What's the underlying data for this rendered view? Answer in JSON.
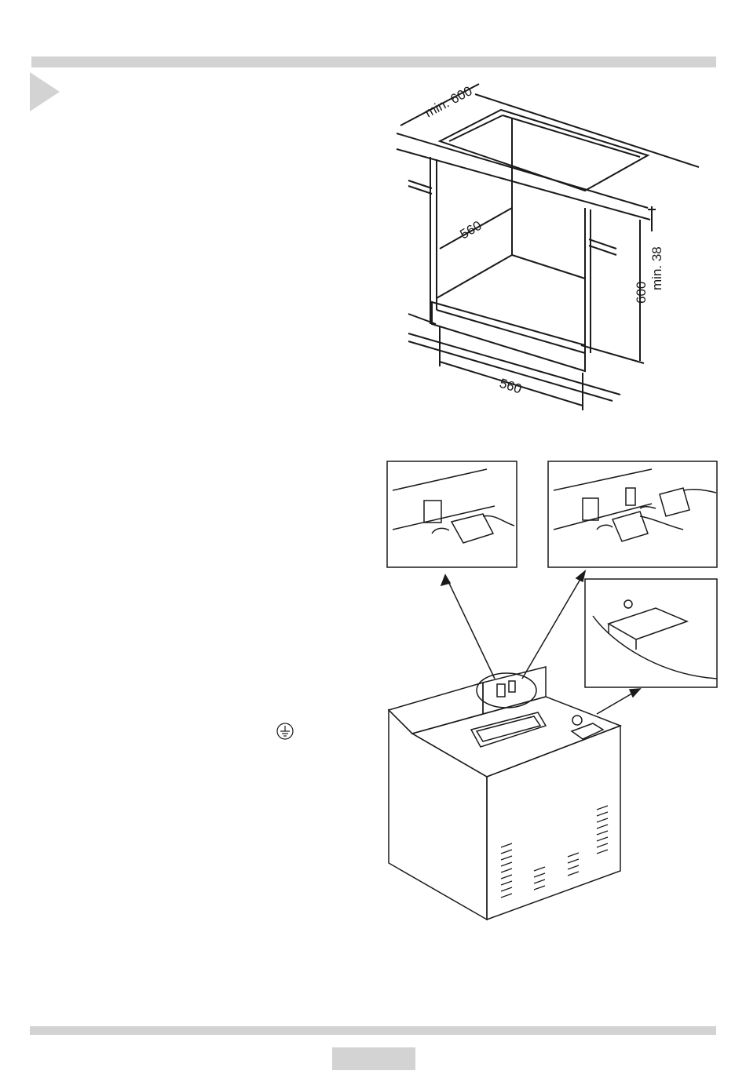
{
  "page": {
    "section_arrow_icon": "play-triangle-icon",
    "ground_symbol_icon": "earth-ground-icon"
  },
  "installation_figure": {
    "dim_depth_min": "min. 600",
    "dim_inner_depth": "560",
    "dim_height": "600",
    "dim_gap_min": "min. 38",
    "dim_width": "560"
  },
  "connection_figure": {
    "panel_left_icon": "single-connector-plug-icon",
    "panel_right_icon": "dual-connector-plug-icon",
    "panel_bottom_right_icon": "terminal-block-icon",
    "oven_icon": "oven-body-icon"
  },
  "colors": {
    "bar_gray": "#d3d3d3",
    "line_dark": "#1a1a1a"
  }
}
